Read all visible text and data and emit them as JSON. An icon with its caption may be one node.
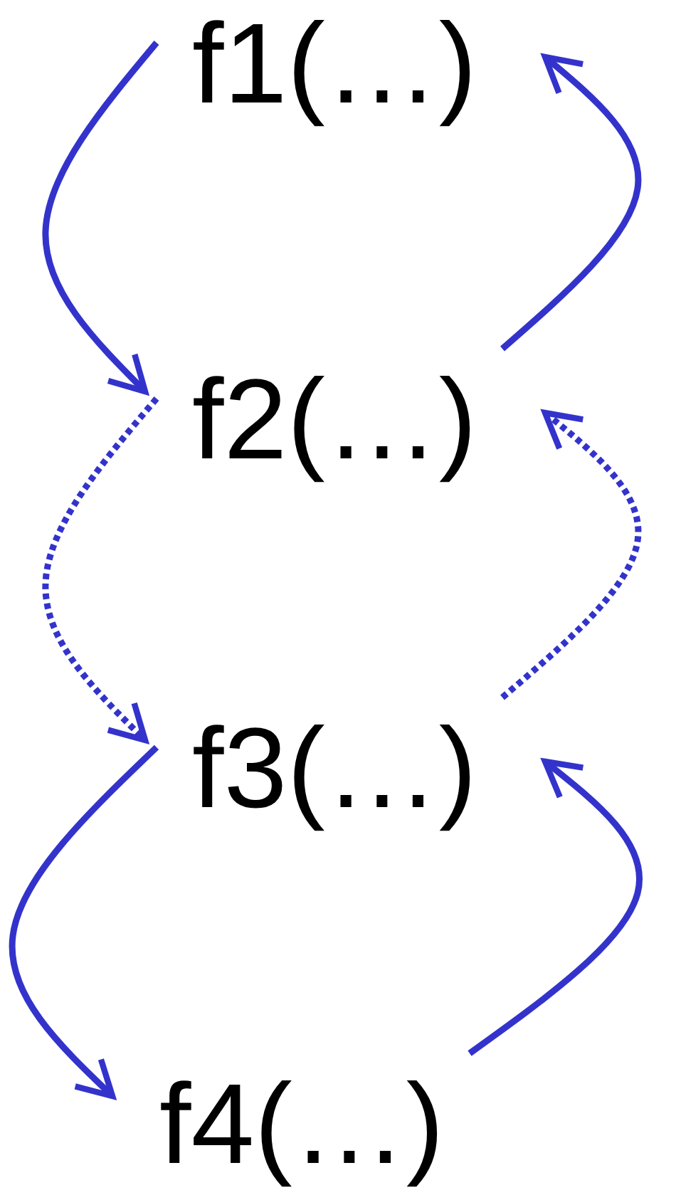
{
  "diagram": {
    "nodes": [
      {
        "text": [
          "f1(…)"
        ]
      },
      {
        "text": [
          "f2(…)"
        ]
      },
      {
        "text": [
          "f3(…)"
        ]
      },
      {
        "text": [
          "f4(…)"
        ]
      }
    ],
    "edges": [
      {
        "from": 0,
        "to": 1,
        "arrow": "to"
      },
      {
        "from": 1,
        "to": 2,
        "arrow": "to",
        "style": "dashed"
      },
      {
        "from": 2,
        "to": 3,
        "arrow": "to"
      },
      {
        "from": 3,
        "to": 2,
        "arrow": "to"
      },
      {
        "from": 2,
        "to": 1,
        "arrow": "to",
        "style": "dashed"
      },
      {
        "from": 1,
        "to": 0,
        "arrow": "to"
      }
    ]
  }
}
